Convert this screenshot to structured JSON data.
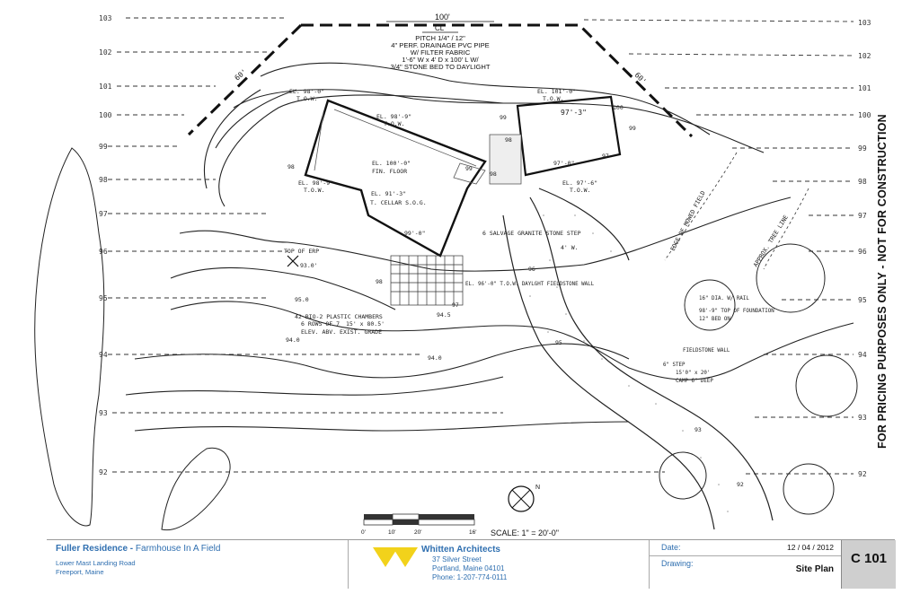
{
  "plan": {
    "dimension_top": "100'",
    "centerline": "CL",
    "dim_left_slope": "60'",
    "dim_right_slope": "60'",
    "drainage_note": [
      "PITCH 1/4\" / 12\"",
      "4\" PERF. DRAINAGE PVC PIPE",
      "W/ FILTER FABRIC",
      "1'-6\" W x 4' D x 100' L W/",
      "3/4\" STONE BED TO DAYLIGHT"
    ],
    "contours_left": [
      "103",
      "102",
      "101",
      "100",
      "99",
      "98",
      "97",
      "96",
      "95",
      "94",
      "93",
      "92"
    ],
    "contours_right": [
      "103",
      "102",
      "101",
      "100",
      "99",
      "98",
      "97",
      "96",
      "95",
      "94",
      "93",
      "92"
    ],
    "house_notes": {
      "el_left_top": "EL. 98'-0\"",
      "tow_left_top": "T.O.W.",
      "el_98_9": "EL. 98'-9\"",
      "tow_98_9": "T.O.W.",
      "fin_floor": "EL. 100'-0\"",
      "fin_floor_2": "FIN. FLOOR",
      "cellar": "EL. 91'-3\"",
      "cellar_2": "T. CELLAR S.O.G.",
      "el_98_9b": "EL. 98'-9\"",
      "tow_98_9b": "T.O.W.",
      "spot_98": "98",
      "spot_99": "99",
      "dim_99": "99'-0\""
    },
    "garage_notes": {
      "el_top": "EL. 101'-0\"",
      "tow_top": "T.O.W.",
      "floor": "97'-3\"",
      "slab": "97'-0\"",
      "el_97_6": "EL. 97'-6\"",
      "tow_97_6": "T.O.W.",
      "spot_99": "99",
      "spot_98": "98",
      "spot_97": "97",
      "spot_100": "100",
      "spot_99b": "99",
      "spot_98b": "98"
    },
    "misc_notes": {
      "top_of_erp": "TOP OF ERP",
      "erp_el": "93.0'",
      "granite_step": "6 SALVAGE GRANITE STONE STEP",
      "wall_4w": "4' W.",
      "fieldstone": "EL. 96'-0\" T.O.W. DAYLGHT FIELDSTONE WALL",
      "chambers": [
        "42 BIO-2 PLASTIC CHAMBERS",
        "6 ROWS OF 7",
        "15' x 80.5'",
        "ELEV. ABV. EXIST. GRADE"
      ],
      "spot_950": "95.0",
      "spot_940": "94.0",
      "spot_940b": "94.0",
      "spot_945": "94.5",
      "spot_97": "97",
      "spot_96": "96",
      "spot_98": "98",
      "contour_95": "95",
      "mowed_field": "EDGE OF MOWED FIELD",
      "tree_line": "APPROX. TREE LINE",
      "foundation": [
        "16\" DIA. W/ RAIL",
        "98'-9\" TOP OF FOUNDATION",
        "12\" BED ON"
      ],
      "fieldstone_wall": "FIELDSTONE WALL",
      "steps": [
        "6\" STEP",
        "15'0\" x 20'",
        "CAMP 6\" DEEP"
      ],
      "drive_92": "92",
      "drive_93": "93"
    },
    "scale_ticks": [
      "0'",
      "10'",
      "20'",
      "16'"
    ],
    "scale_label": "SCALE: 1\" = 20'-0\"",
    "north_label": "N"
  },
  "side_note": "FOR PRICING PURPOSES ONLY - NOT FOR CONSTRUCTION",
  "title_block": {
    "project_name": "Fuller Residence -",
    "project_subtitle": "Farmhouse In A Field",
    "address_line1": "Lower Mast Landing Road",
    "address_line2": "Freeport, Maine",
    "architect_name": "Whitten Architects",
    "architect_street": "37 Silver Street",
    "architect_city": "Portland, Maine  04101",
    "architect_phone": "Phone:   1-207-774-0111",
    "date_label": "Date:",
    "date_value": "12 / 04 / 2012",
    "drawing_label": "Drawing:",
    "drawing_value": "Site Plan",
    "sheet_number": "C 101"
  },
  "colors": {
    "title_blue": "#2f6fb0",
    "logo_yellow": "#f2d21b",
    "sheet_gray": "#cfcfcf"
  }
}
